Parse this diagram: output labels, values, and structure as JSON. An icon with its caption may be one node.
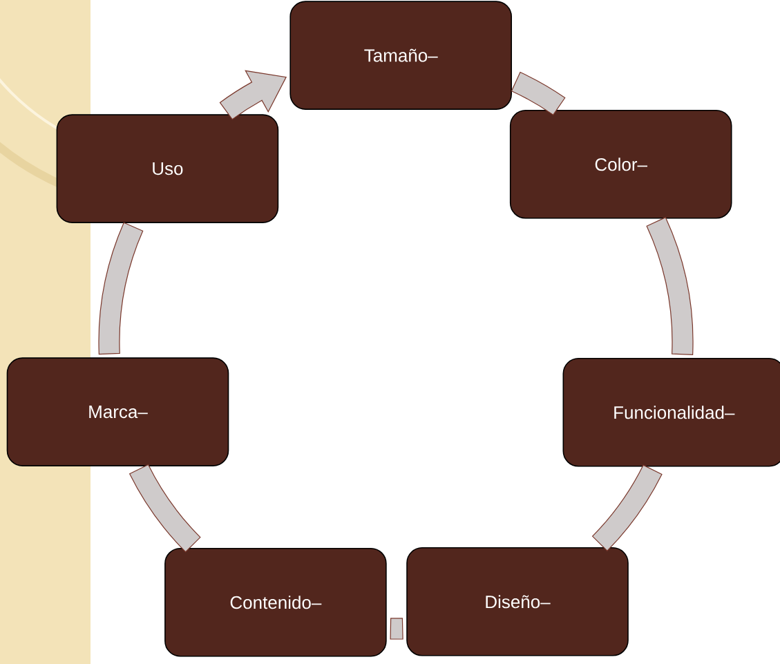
{
  "diagram": {
    "nodes": [
      {
        "text": [
          "Tamaño–"
        ]
      },
      {
        "text": [
          "Color–"
        ]
      },
      {
        "text": [
          "Funcionalidad–"
        ]
      },
      {
        "text": [
          "Diseño–"
        ]
      },
      {
        "text": [
          "Contenido–"
        ]
      },
      {
        "text": [
          "Marca–"
        ]
      },
      {
        "text": [
          "Uso"
        ]
      }
    ],
    "edges": [
      {
        "from": 0,
        "to": 1,
        "arrow": "none"
      },
      {
        "from": 1,
        "to": 2,
        "arrow": "none"
      },
      {
        "from": 2,
        "to": 3,
        "arrow": "none"
      },
      {
        "from": 3,
        "to": 4,
        "arrow": "none"
      },
      {
        "from": 4,
        "to": 5,
        "arrow": "none"
      },
      {
        "from": 5,
        "to": 6,
        "arrow": "none"
      },
      {
        "from": 6,
        "to": 0,
        "arrow": "to"
      }
    ]
  }
}
